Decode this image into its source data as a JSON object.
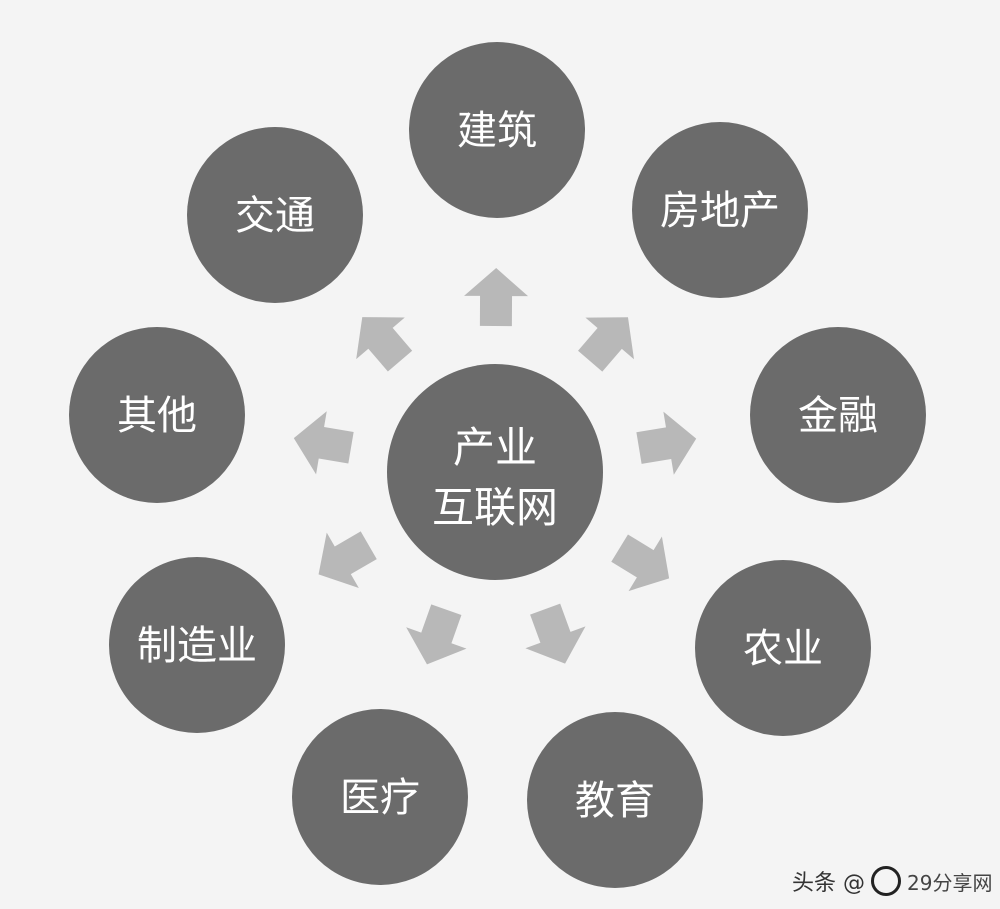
{
  "center": {
    "line1": "产业",
    "line2": "互联网"
  },
  "nodes": [
    {
      "id": "construction",
      "label": "建筑"
    },
    {
      "id": "real-estate",
      "label": "房地产"
    },
    {
      "id": "finance",
      "label": "金融"
    },
    {
      "id": "agriculture",
      "label": "农业"
    },
    {
      "id": "education",
      "label": "教育"
    },
    {
      "id": "medical",
      "label": "医疗"
    },
    {
      "id": "manufacturing",
      "label": "制造业"
    },
    {
      "id": "other",
      "label": "其他"
    },
    {
      "id": "transport",
      "label": "交通"
    }
  ],
  "colors": {
    "circle": "#6b6b6b",
    "arrow": "#b8b8b8",
    "background": "#f4f4f4",
    "text": "#ffffff"
  },
  "watermark": {
    "prefix": "头条 @",
    "brand": "29分享网"
  }
}
